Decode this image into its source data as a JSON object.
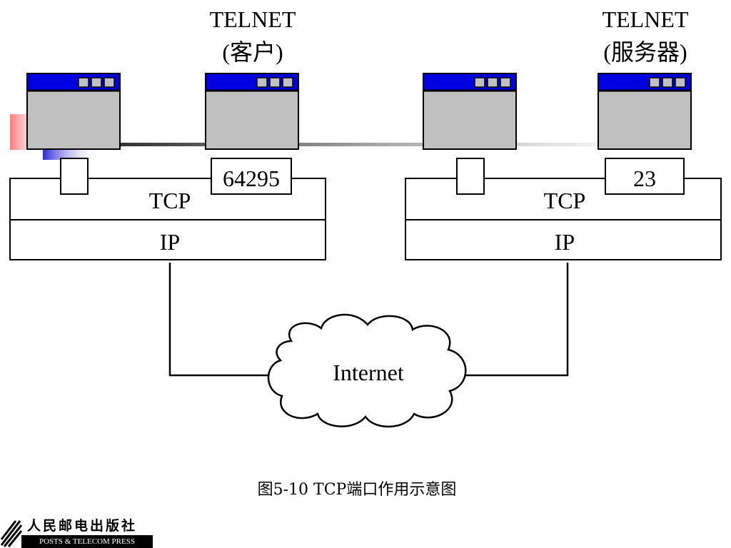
{
  "hosts": {
    "client_app": {
      "title": "TELNET",
      "subtitle": "(客户)"
    },
    "server_app": {
      "title": "TELNET",
      "subtitle": "(服务器)"
    }
  },
  "client_stack": {
    "port": "64295",
    "tcp_label": "TCP",
    "ip_label": "IP"
  },
  "server_stack": {
    "port": "23",
    "tcp_label": "TCP",
    "ip_label": "IP"
  },
  "network": {
    "label": "Internet"
  },
  "caption": "图5-10  TCP端口作用示意图",
  "publisher": {
    "name_cn": "人民邮电出版社",
    "name_en": "POSTS & TELECOM PRESS"
  },
  "colors": {
    "window_title_bar": "#0000e0",
    "window_body": "#c0c0c0"
  }
}
